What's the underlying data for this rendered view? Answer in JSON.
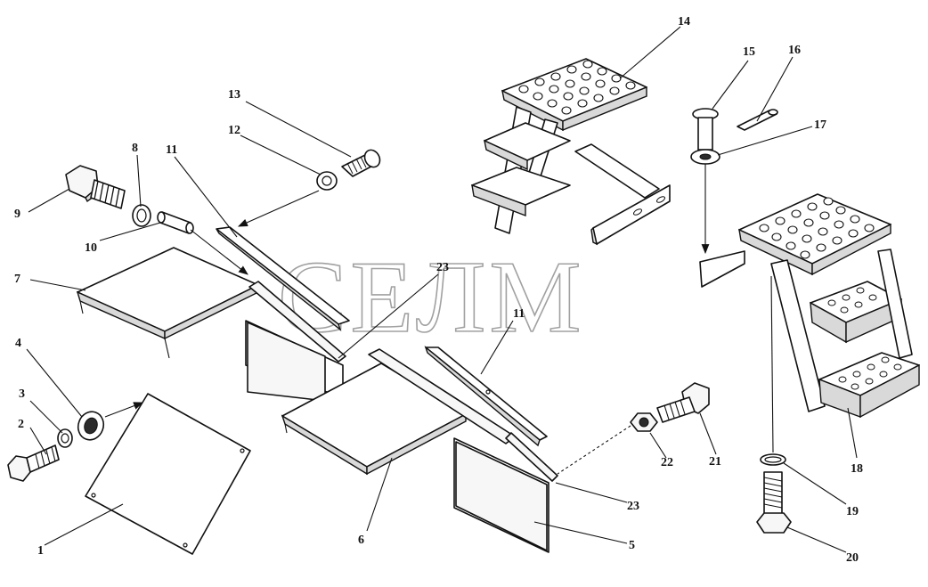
{
  "watermark": "СЕЛМ",
  "callouts": {
    "c1": "1",
    "c2": "2",
    "c3": "3",
    "c4": "4",
    "c5": "5",
    "c6": "6",
    "c7": "7",
    "c8": "8",
    "c9": "9",
    "c10": "10",
    "c11a": "11",
    "c11b": "11",
    "c12": "12",
    "c13": "13",
    "c14": "14",
    "c15": "15",
    "c16": "16",
    "c17": "17",
    "c18": "18",
    "c19": "19",
    "c20": "20",
    "c21": "21",
    "c22": "22",
    "c23a": "23",
    "c23b": "23"
  },
  "colors": {
    "line": "#111111",
    "watermark": "#8a8a8a",
    "background": "#ffffff"
  }
}
